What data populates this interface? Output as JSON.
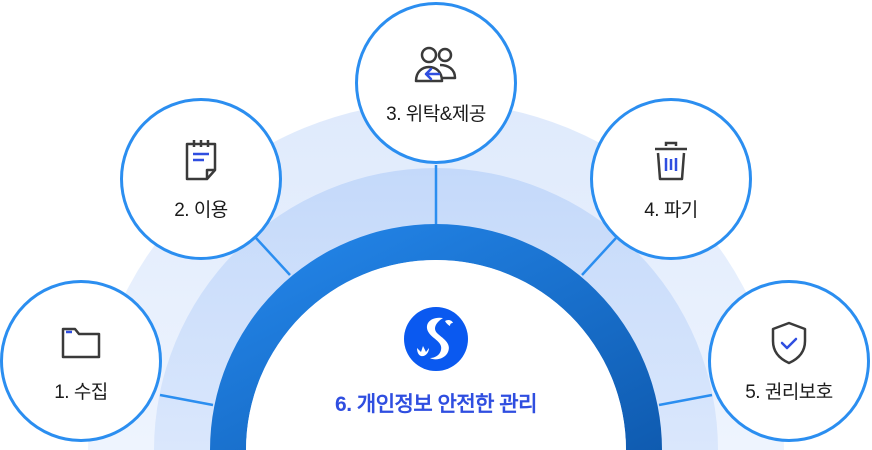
{
  "diagram": {
    "center": {
      "title": "6. 개인정보 안전한 관리",
      "logo": "shinhan-s-logo-icon"
    },
    "nodes": [
      {
        "label": "1. 수집",
        "icon": "folder-icon"
      },
      {
        "label": "2. 이용",
        "icon": "notepad-icon"
      },
      {
        "label": "3. 위탁&제공",
        "icon": "users-transfer-icon"
      },
      {
        "label": "4. 파기",
        "icon": "trash-icon"
      },
      {
        "label": "5. 권리보호",
        "icon": "shield-check-icon"
      }
    ],
    "colors": {
      "circle_border": "#2b8ef0",
      "arc_dark": "#1a6fd4",
      "arc_mid": "#c8dcfa",
      "arc_light": "#e2edfd",
      "title": "#2f4ee0",
      "accent_icon": "#2f4ee0"
    }
  }
}
